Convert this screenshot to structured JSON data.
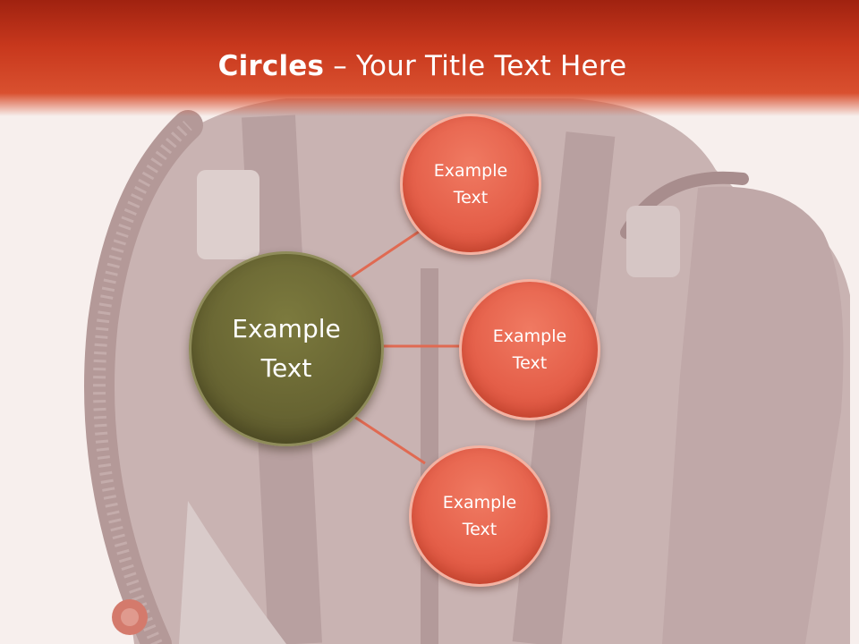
{
  "slide": {
    "title_bold": "Circles",
    "title_rest": " – Your Title Text Here"
  },
  "diagram": {
    "center": {
      "label": "Example Text"
    },
    "nodes": [
      {
        "label": "Example Text"
      },
      {
        "label": "Example Text"
      },
      {
        "label": "Example Text"
      }
    ]
  },
  "colors": {
    "header": "#c8381d",
    "node_fill": "#e5604a",
    "center_fill": "#676432",
    "connector": "#e06a52"
  },
  "background_image": "scuba-gear-backpack-photo"
}
